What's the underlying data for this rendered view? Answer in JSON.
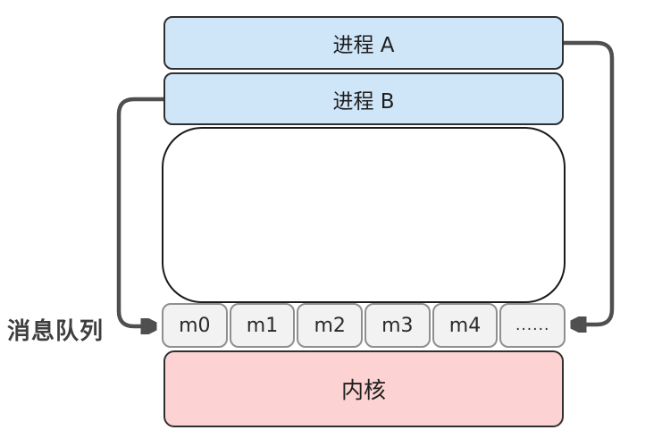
{
  "diagram": {
    "process_a_label": "进程 A",
    "process_b_label": "进程 B",
    "queue_label": "消息队列",
    "queue_cells": [
      "m0",
      "m1",
      "m2",
      "m3",
      "m4",
      "......"
    ],
    "kernel_label": "内核",
    "colors": {
      "process_fill": "#cfe5f8",
      "box_border": "#303030",
      "kernel_fill": "#fcd2d2",
      "cell_fill": "#f2f2f2",
      "cell_border": "#8f8f8f",
      "arrow": "#4f4f4f",
      "queue_label_color": "#3f3f3f"
    }
  }
}
